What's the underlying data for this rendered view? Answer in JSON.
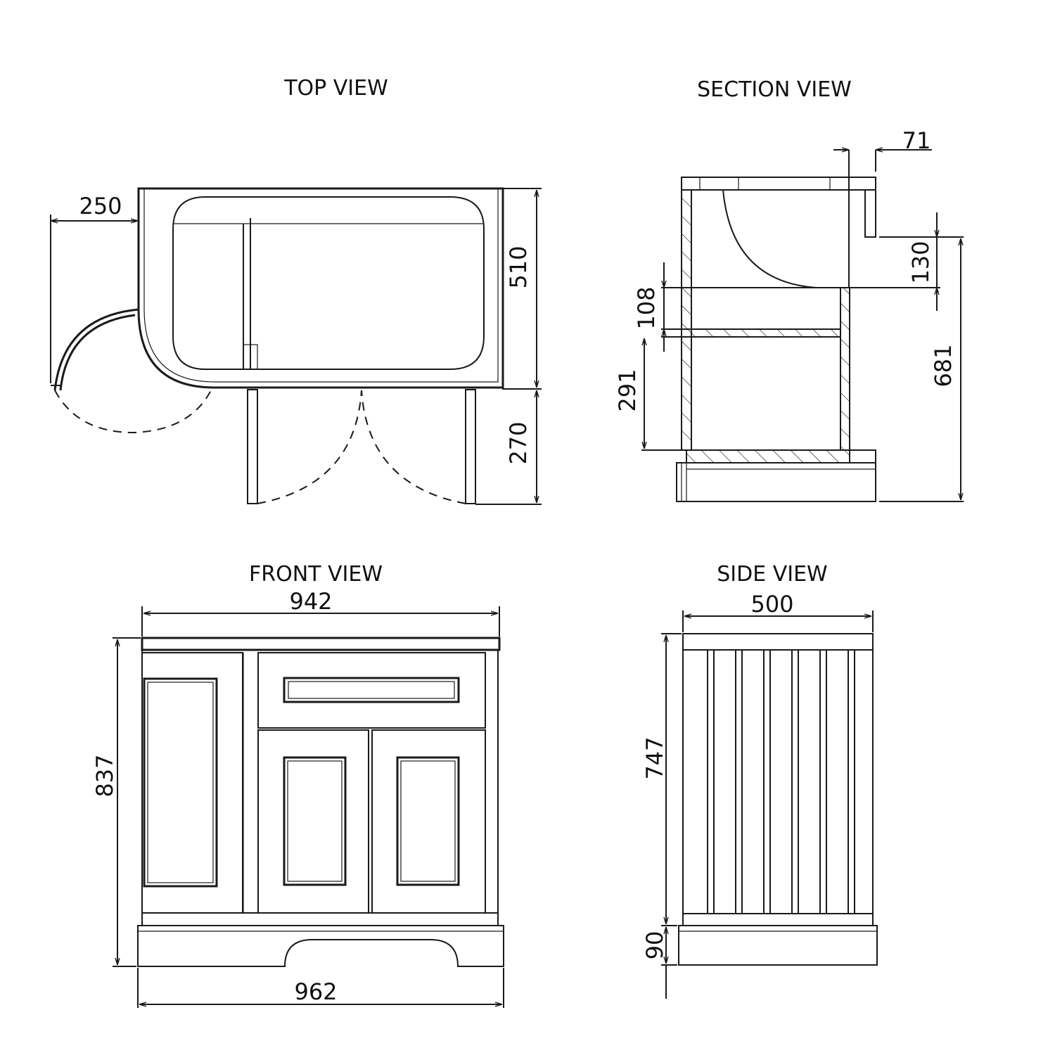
{
  "views": {
    "top": "TOP VIEW",
    "section": "SECTION VIEW",
    "front": "FRONT VIEW",
    "side": "SIDE VIEW"
  },
  "dims": {
    "top_swing": "250",
    "top_depth": "510",
    "top_door_clearance": "270",
    "sec_top_offset": "71",
    "sec_basin_depth": "130",
    "sec_upper_opening": "108",
    "sec_lower_opening": "291",
    "sec_total_height": "681",
    "front_top_width": "942",
    "front_height": "837",
    "front_base_width": "962",
    "side_width": "500",
    "side_body_height": "747",
    "side_plinth_height": "90"
  }
}
